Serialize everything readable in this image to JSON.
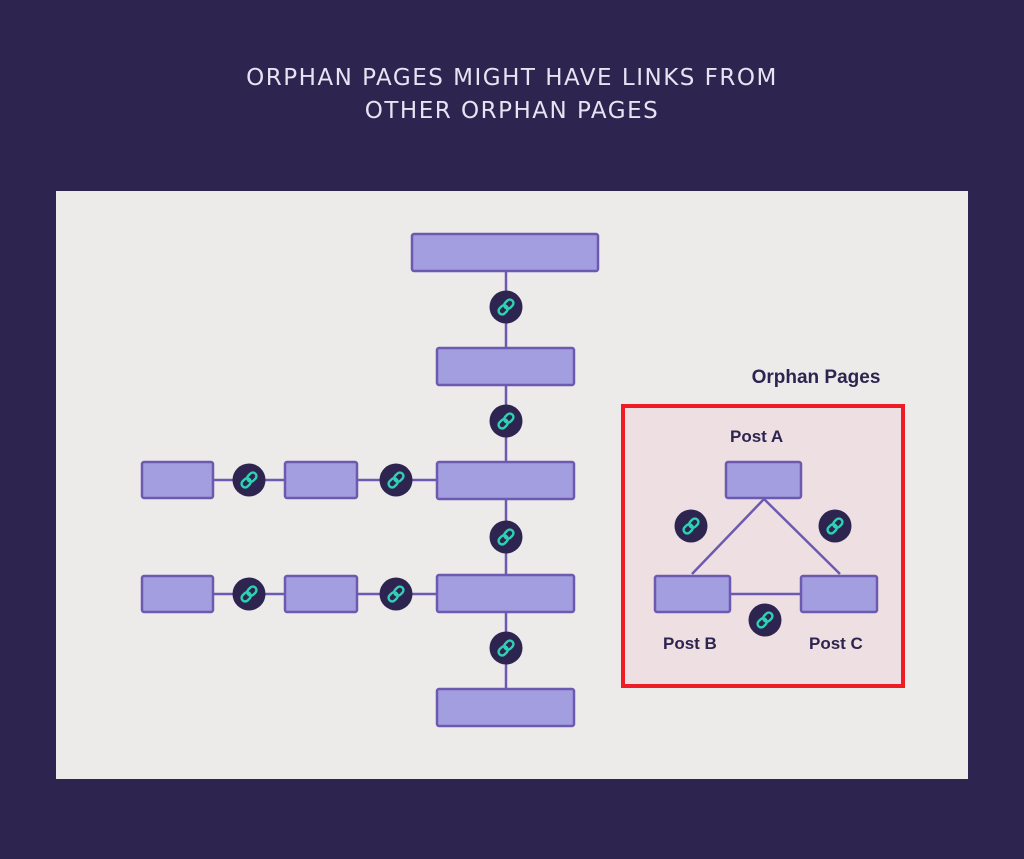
{
  "title": {
    "line1": "ORPHAN PAGES MIGHT HAVE LINKS FROM",
    "line2": "OTHER ORPHAN PAGES"
  },
  "orphan_group": {
    "heading": "Orphan Pages",
    "highlight_color": "#ee1c25",
    "posts": [
      "Post A",
      "Post B",
      "Post C"
    ]
  },
  "colors": {
    "background": "#2e2450",
    "panel": "#edebea",
    "page_box": "#a39ee0",
    "page_border": "#6d5ab0",
    "connector": "#6d5ab0",
    "link_badge": "#2e2450",
    "link_icon": "#2fd1b4"
  },
  "icons": {
    "link": "chain-link-icon"
  }
}
